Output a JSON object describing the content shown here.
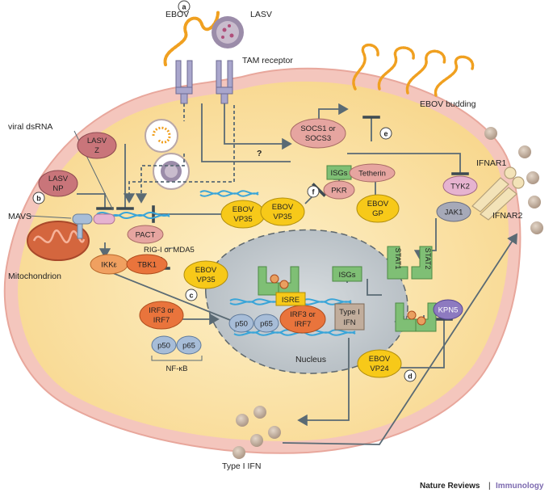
{
  "labels": {
    "ebov": "EBOV",
    "lasv": "LASV",
    "tam_receptor": "TAM receptor",
    "ebov_budding": "EBOV budding",
    "viral_dsrna": "viral dsRNA",
    "lasv_z": [
      "LASV",
      "Z"
    ],
    "lasv_np": [
      "LASV",
      "NP"
    ],
    "mavs": "MAVS",
    "mitochondrion": "Mitochondrion",
    "ikke": "IKKε",
    "tbk1": "TBK1",
    "pact": "PACT",
    "rig_mda5": "RIG-I or MDA5",
    "ebov_vp35_top": [
      "EBOV",
      "VP35"
    ],
    "ebov_vp35_mid": [
      "EBOV",
      "VP35"
    ],
    "ebov_vp35_left": [
      "EBOV",
      "VP35"
    ],
    "irf37_left": [
      "IRF3 or",
      "IRF7"
    ],
    "irf37_nuc": [
      "IRF3 or",
      "IRF7"
    ],
    "p50": "p50",
    "p65": "p65",
    "nfkb": "NF-κB",
    "nucleus": "Nucleus",
    "isre": "ISRE",
    "isgs_nuc": "ISGs",
    "isgs_top": "ISGs",
    "type1_ifn_nuc": [
      "Type I",
      "IFN"
    ],
    "socs": [
      "SOCS1 or",
      "SOCS3"
    ],
    "question": "?",
    "tetherin": "Tetherin",
    "pkr": "PKR",
    "ebov_gp": [
      "EBOV",
      "GP"
    ],
    "tyk2": "TYK2",
    "jak1": "JAK1",
    "ifnar1": "IFNAR1",
    "ifnar2": "IFNAR2",
    "stat1": "STAT1",
    "stat2": "STAT2",
    "kpn5": "KPN5",
    "ebov_vp24": [
      "EBOV",
      "VP24"
    ],
    "type1_ifn_out": "Type I IFN",
    "panel_a": "a",
    "panel_b": "b",
    "panel_c": "c",
    "panel_d": "d",
    "panel_e": "e",
    "panel_f": "f",
    "journal": "Nature Reviews",
    "separator": "|",
    "section": "Immunology"
  },
  "colors": {
    "cell_fill": "#fbe3b4",
    "cell_border": "#f2c2b8",
    "ebov_oval": "#f7c919",
    "lasv_oval": "#c9757a",
    "receptor": "#a9a6cc",
    "green": "#7fbf75",
    "nucleus": "#c5cbcf",
    "irf_orange": "#e9743c",
    "pink_oval": "#e6a5a0",
    "blue_oval": "#a7bdd8",
    "purple_kpn": "#8d7ac0",
    "ifn_bead": "#c1ad9c",
    "brand_purple": "#7d6ab0"
  }
}
